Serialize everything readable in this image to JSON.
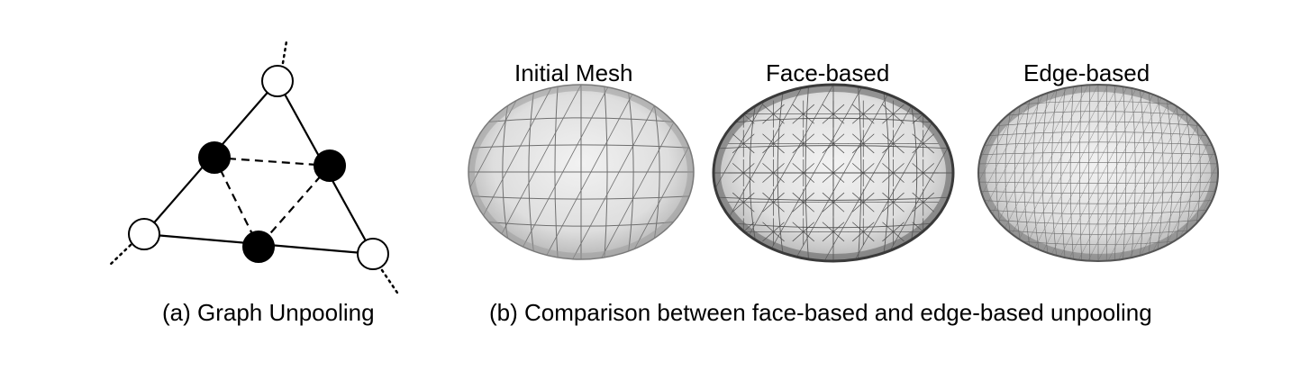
{
  "panel_a": {
    "caption": "(a) Graph Unpooling"
  },
  "panel_b": {
    "caption": "(b) Comparison between face-based and edge-based unpooling",
    "titles": [
      "Initial Mesh",
      "Face-based",
      "Edge-based"
    ]
  },
  "colors": {
    "mesh_fill": "#e4e4e4",
    "mesh_edge": "#555555",
    "node_filled": "#000000",
    "node_hollow": "#ffffff"
  }
}
